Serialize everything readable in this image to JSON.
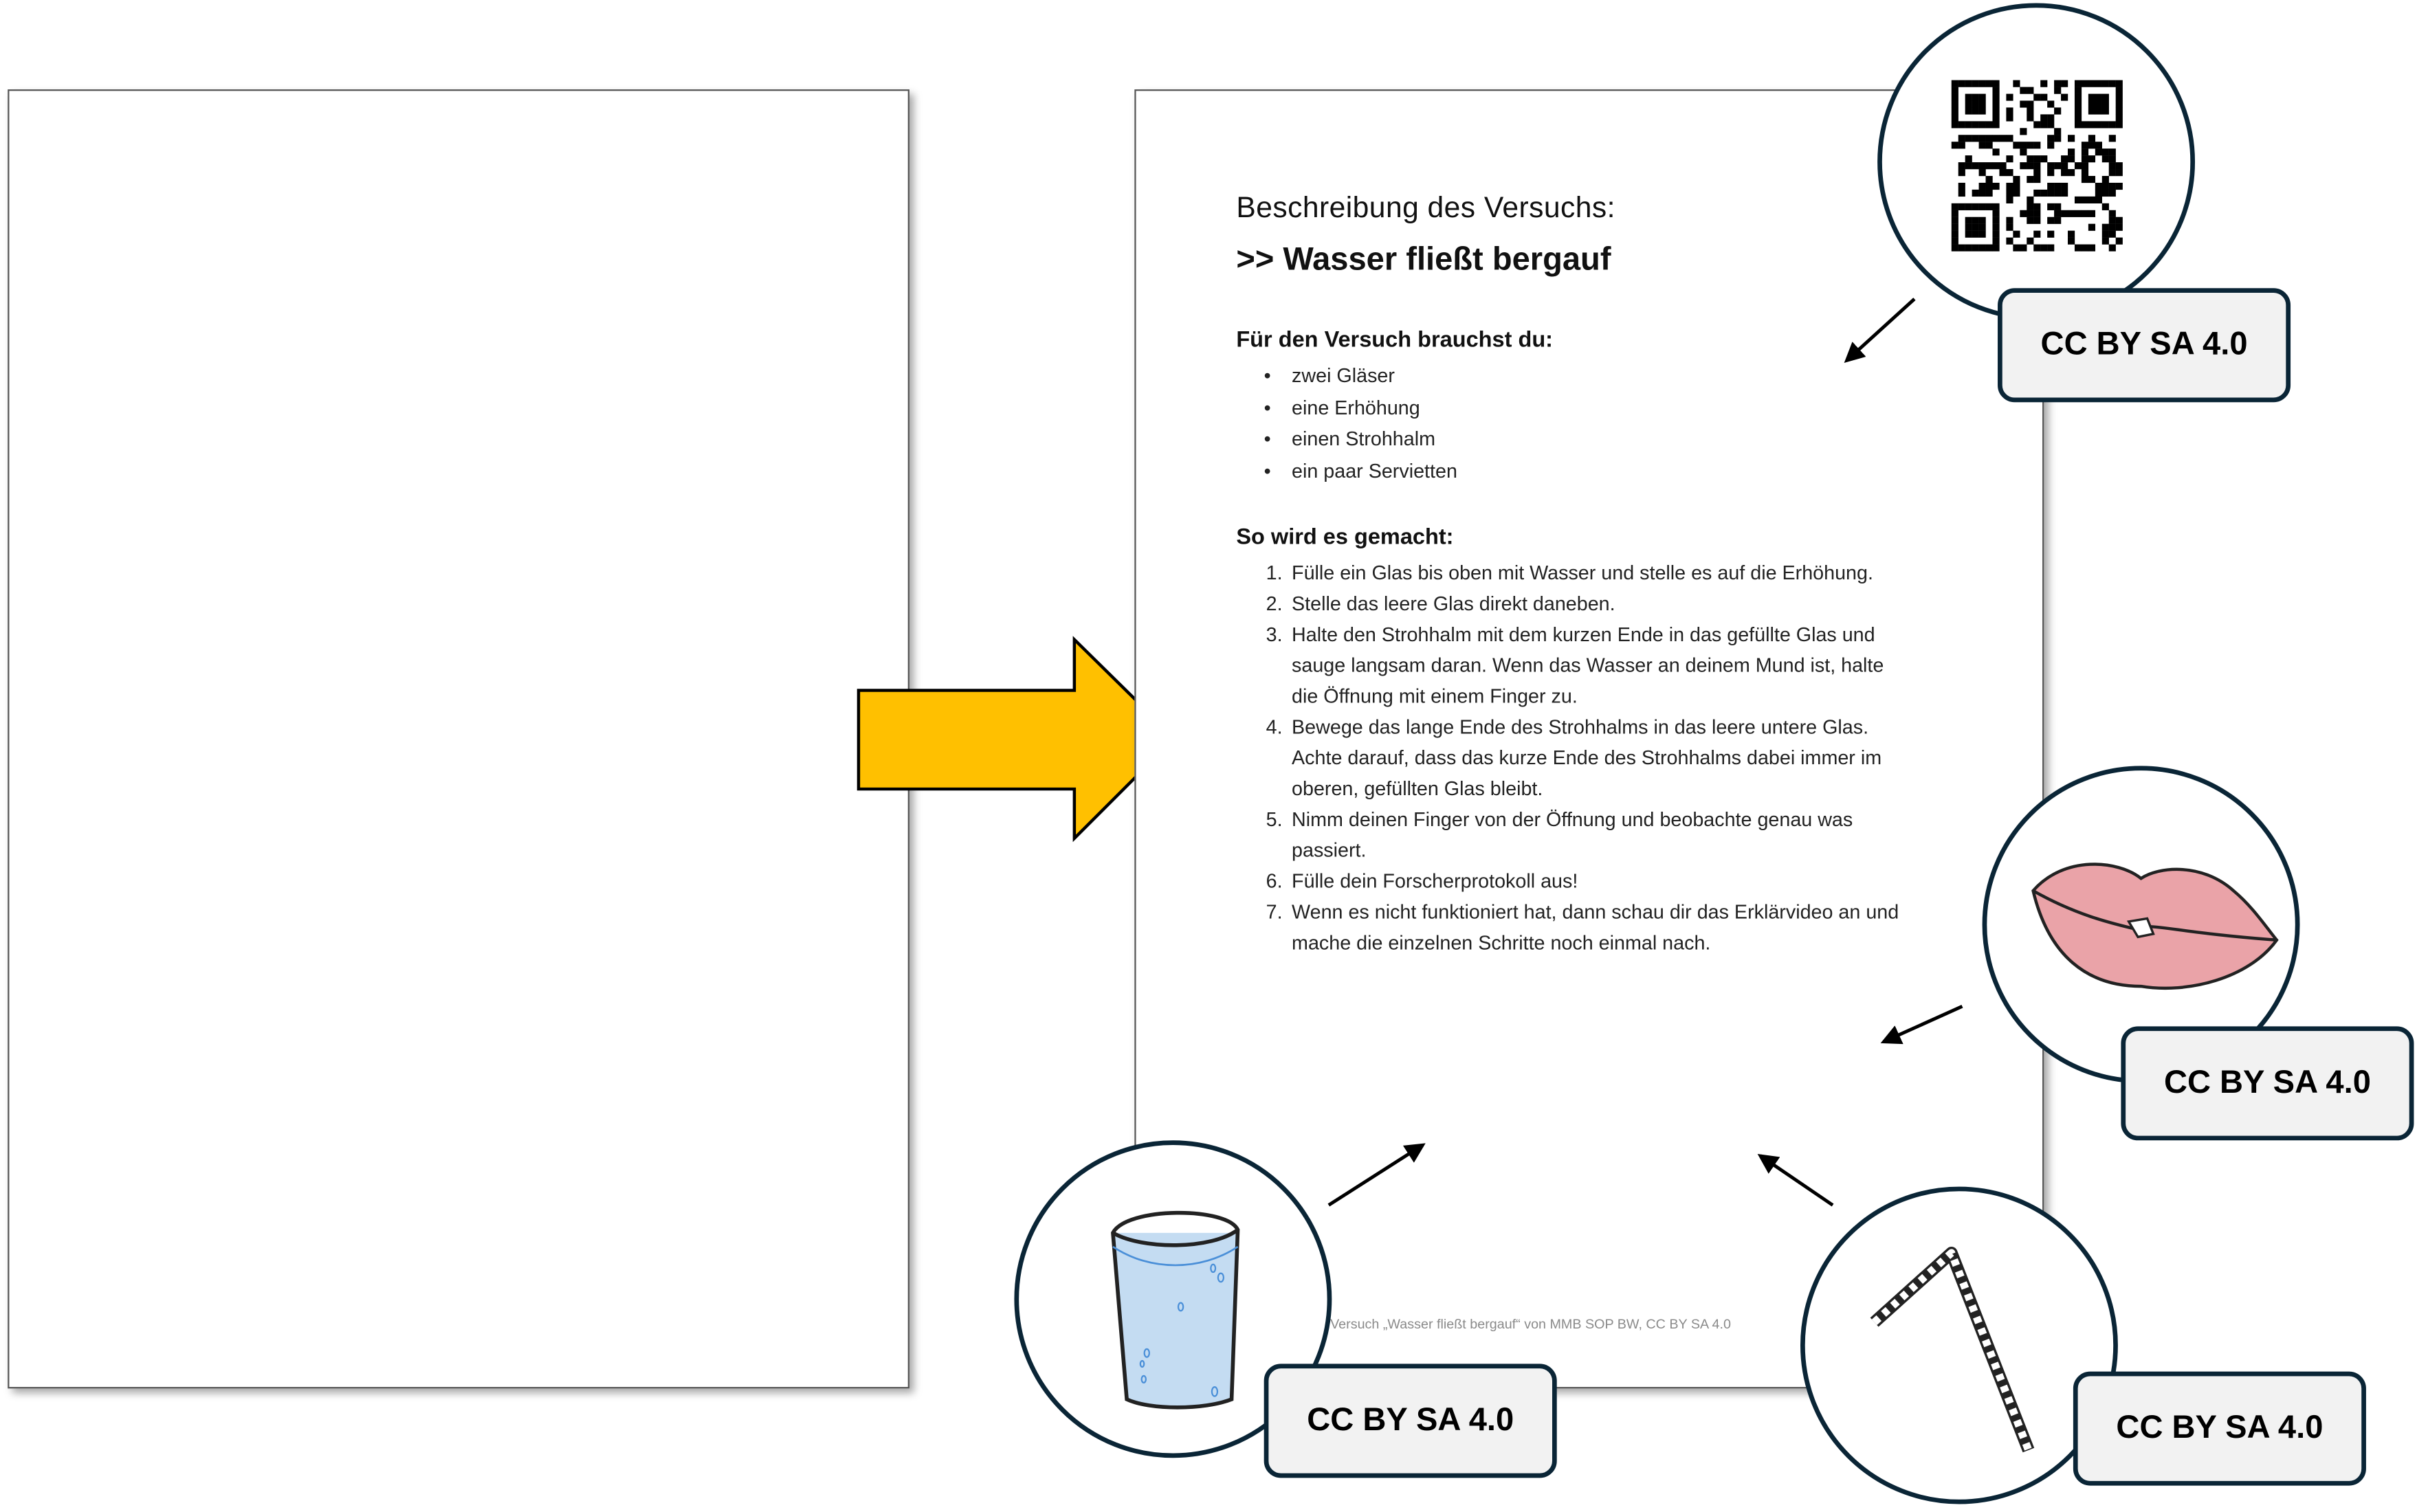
{
  "document": {
    "heading": "Beschreibung des Versuchs:",
    "title": ">> Wasser fließt bergauf",
    "materials_heading": "Für den Versuch brauchst du:",
    "materials": [
      "zwei Gläser",
      "eine Erhöhung",
      "einen Strohhalm",
      "ein paar Servietten"
    ],
    "steps_heading": "So wird es gemacht:",
    "steps": [
      {
        "num": "1.",
        "lines": [
          "Fülle ein Glas bis oben mit Wasser und stelle es auf die Erhöhung."
        ]
      },
      {
        "num": "2.",
        "lines": [
          "Stelle das leere Glas direkt daneben."
        ]
      },
      {
        "num": "3.",
        "lines": [
          "Halte den Strohhalm mit dem kurzen Ende in das gefüllte Glas und",
          "sauge langsam daran. Wenn das Wasser an deinem Mund ist, halte",
          "die Öffnung mit einem Finger zu."
        ]
      },
      {
        "num": "4.",
        "lines": [
          "Bewege das lange Ende des Strohhalms in das leere untere Glas.",
          "Achte darauf, dass das kurze Ende des Strohhalms dabei immer im",
          "oberen, gefüllten Glas bleibt."
        ]
      },
      {
        "num": "5.",
        "lines": [
          "Nimm deinen Finger von der Öffnung und beobachte genau was",
          "passiert."
        ]
      },
      {
        "num": "6.",
        "lines": [
          "Fülle dein Forscherprotokoll aus!"
        ]
      },
      {
        "num": "7.",
        "lines": [
          "Wenn es nicht funktioniert hat, dann schau dir das Erklärvideo an und",
          "mache die einzelnen Schritte noch einmal nach."
        ]
      }
    ],
    "footer": "Versuch „Wasser fließt bergauf“ von MMB SOP BW, CC BY SA 4.0"
  },
  "callouts": {
    "qr": {
      "icon": "qr-code-icon",
      "license": "CC BY SA 4.0"
    },
    "lips": {
      "icon": "lips-icon",
      "license": "CC BY SA 4.0"
    },
    "glass": {
      "icon": "water-glass-icon",
      "license": "CC BY SA 4.0"
    },
    "straw": {
      "icon": "straw-icon",
      "license": "CC BY SA 4.0"
    }
  },
  "colors": {
    "arrow": "#FFC000",
    "outline": "#0a2536",
    "badge": "#f2f2f2"
  }
}
